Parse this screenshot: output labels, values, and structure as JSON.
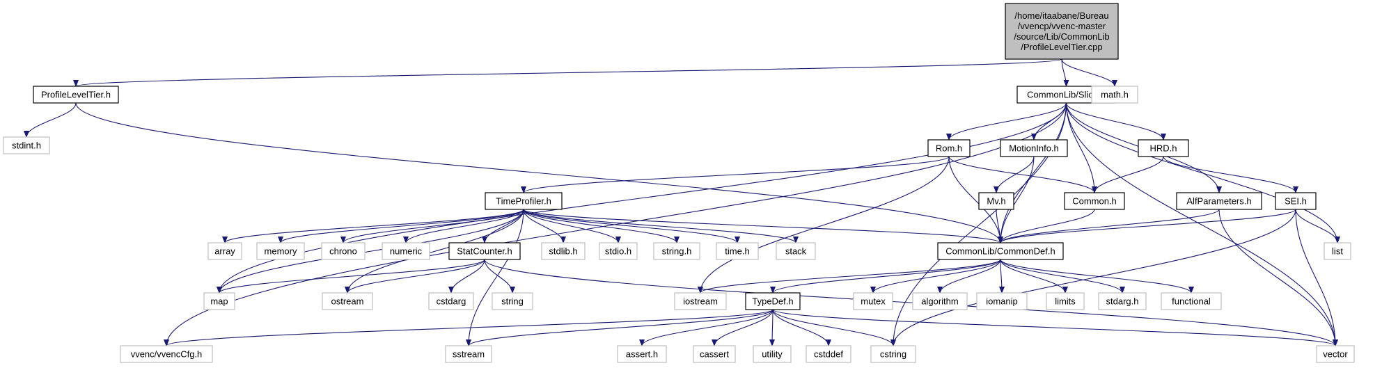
{
  "diagram": {
    "type": "include-dependency-graph",
    "colors": {
      "root_fill": "#bfbfbf",
      "node_border": "#000000",
      "external_border": "#bfbfbf",
      "edge": "#191970",
      "text": "#000000"
    },
    "nodes": [
      {
        "id": "root",
        "lines": [
          "/home/itaabane/Bureau",
          "/vvencp/vvenc-master",
          "/source/Lib/CommonLib",
          "/ProfileLevelTier.cpp"
        ],
        "kind": "root"
      },
      {
        "id": "plt",
        "lines": [
          "ProfileLevelTier.h"
        ],
        "kind": "local"
      },
      {
        "id": "slice",
        "lines": [
          "CommonLib/Slice.h"
        ],
        "kind": "local"
      },
      {
        "id": "math",
        "lines": [
          "math.h"
        ],
        "kind": "external"
      },
      {
        "id": "stdint",
        "lines": [
          "stdint.h"
        ],
        "kind": "external"
      },
      {
        "id": "rom",
        "lines": [
          "Rom.h"
        ],
        "kind": "local"
      },
      {
        "id": "motion",
        "lines": [
          "MotionInfo.h"
        ],
        "kind": "local"
      },
      {
        "id": "hrd",
        "lines": [
          "HRD.h"
        ],
        "kind": "local"
      },
      {
        "id": "timeprof",
        "lines": [
          "TimeProfiler.h"
        ],
        "kind": "local"
      },
      {
        "id": "mv",
        "lines": [
          "Mv.h"
        ],
        "kind": "local"
      },
      {
        "id": "common",
        "lines": [
          "Common.h"
        ],
        "kind": "local"
      },
      {
        "id": "alf",
        "lines": [
          "AlfParameters.h"
        ],
        "kind": "local"
      },
      {
        "id": "sei",
        "lines": [
          "SEI.h"
        ],
        "kind": "local"
      },
      {
        "id": "array",
        "lines": [
          "array"
        ],
        "kind": "external"
      },
      {
        "id": "memory",
        "lines": [
          "memory"
        ],
        "kind": "external"
      },
      {
        "id": "chrono",
        "lines": [
          "chrono"
        ],
        "kind": "external"
      },
      {
        "id": "numeric",
        "lines": [
          "numeric"
        ],
        "kind": "external"
      },
      {
        "id": "statcounter",
        "lines": [
          "StatCounter.h"
        ],
        "kind": "local"
      },
      {
        "id": "stdlib",
        "lines": [
          "stdlib.h"
        ],
        "kind": "external"
      },
      {
        "id": "stdio",
        "lines": [
          "stdio.h"
        ],
        "kind": "external"
      },
      {
        "id": "stringh",
        "lines": [
          "string.h"
        ],
        "kind": "external"
      },
      {
        "id": "timeh",
        "lines": [
          "time.h"
        ],
        "kind": "external"
      },
      {
        "id": "stack",
        "lines": [
          "stack"
        ],
        "kind": "external"
      },
      {
        "id": "commondef",
        "lines": [
          "CommonLib/CommonDef.h"
        ],
        "kind": "local"
      },
      {
        "id": "list",
        "lines": [
          "list"
        ],
        "kind": "external"
      },
      {
        "id": "map",
        "lines": [
          "map"
        ],
        "kind": "external"
      },
      {
        "id": "ostream",
        "lines": [
          "ostream"
        ],
        "kind": "external"
      },
      {
        "id": "cstdarg",
        "lines": [
          "cstdarg"
        ],
        "kind": "external"
      },
      {
        "id": "string",
        "lines": [
          "string"
        ],
        "kind": "external"
      },
      {
        "id": "iostream",
        "lines": [
          "iostream"
        ],
        "kind": "external"
      },
      {
        "id": "typedef",
        "lines": [
          "TypeDef.h"
        ],
        "kind": "local"
      },
      {
        "id": "mutex",
        "lines": [
          "mutex"
        ],
        "kind": "external"
      },
      {
        "id": "algorithm",
        "lines": [
          "algorithm"
        ],
        "kind": "external"
      },
      {
        "id": "iomanip",
        "lines": [
          "iomanip"
        ],
        "kind": "external"
      },
      {
        "id": "limits",
        "lines": [
          "limits"
        ],
        "kind": "external"
      },
      {
        "id": "stdargh",
        "lines": [
          "stdarg.h"
        ],
        "kind": "external"
      },
      {
        "id": "functional",
        "lines": [
          "functional"
        ],
        "kind": "external"
      },
      {
        "id": "vvenccfg",
        "lines": [
          "vvenc/vvencCfg.h"
        ],
        "kind": "external"
      },
      {
        "id": "sstream",
        "lines": [
          "sstream"
        ],
        "kind": "external"
      },
      {
        "id": "asserth",
        "lines": [
          "assert.h"
        ],
        "kind": "external"
      },
      {
        "id": "cassert",
        "lines": [
          "cassert"
        ],
        "kind": "external"
      },
      {
        "id": "utility",
        "lines": [
          "utility"
        ],
        "kind": "external"
      },
      {
        "id": "cstddef",
        "lines": [
          "cstddef"
        ],
        "kind": "external"
      },
      {
        "id": "cstring",
        "lines": [
          "cstring"
        ],
        "kind": "external"
      },
      {
        "id": "vector",
        "lines": [
          "vector"
        ],
        "kind": "external"
      }
    ],
    "edges": [
      [
        "root",
        "plt"
      ],
      [
        "root",
        "slice"
      ],
      [
        "root",
        "math"
      ],
      [
        "plt",
        "stdint"
      ],
      [
        "plt",
        "commondef"
      ],
      [
        "slice",
        "rom"
      ],
      [
        "slice",
        "motion"
      ],
      [
        "slice",
        "hrd"
      ],
      [
        "slice",
        "alf"
      ],
      [
        "slice",
        "common"
      ],
      [
        "slice",
        "commondef"
      ],
      [
        "slice",
        "list"
      ],
      [
        "slice",
        "vector"
      ],
      [
        "slice",
        "map"
      ],
      [
        "slice",
        "vvenccfg"
      ],
      [
        "slice",
        "cstring"
      ],
      [
        "rom",
        "timeprof"
      ],
      [
        "rom",
        "common"
      ],
      [
        "rom",
        "commondef"
      ],
      [
        "rom",
        "iostream"
      ],
      [
        "motion",
        "mv"
      ],
      [
        "motion",
        "commondef"
      ],
      [
        "hrd",
        "common"
      ],
      [
        "hrd",
        "sei"
      ],
      [
        "mv",
        "commondef"
      ],
      [
        "common",
        "commondef"
      ],
      [
        "alf",
        "commondef"
      ],
      [
        "alf",
        "vector"
      ],
      [
        "sei",
        "commondef"
      ],
      [
        "sei",
        "list"
      ],
      [
        "sei",
        "vector"
      ],
      [
        "sei",
        "cstring"
      ],
      [
        "timeprof",
        "array"
      ],
      [
        "timeprof",
        "memory"
      ],
      [
        "timeprof",
        "chrono"
      ],
      [
        "timeprof",
        "numeric"
      ],
      [
        "timeprof",
        "statcounter"
      ],
      [
        "timeprof",
        "stdlib"
      ],
      [
        "timeprof",
        "stdio"
      ],
      [
        "timeprof",
        "stringh"
      ],
      [
        "timeprof",
        "timeh"
      ],
      [
        "timeprof",
        "stack"
      ],
      [
        "timeprof",
        "commondef"
      ],
      [
        "timeprof",
        "map"
      ],
      [
        "timeprof",
        "ostream"
      ],
      [
        "timeprof",
        "sstream"
      ],
      [
        "statcounter",
        "map"
      ],
      [
        "statcounter",
        "ostream"
      ],
      [
        "statcounter",
        "cstdarg"
      ],
      [
        "statcounter",
        "string"
      ],
      [
        "statcounter",
        "vector"
      ],
      [
        "commondef",
        "iostream"
      ],
      [
        "commondef",
        "typedef"
      ],
      [
        "commondef",
        "mutex"
      ],
      [
        "commondef",
        "algorithm"
      ],
      [
        "commondef",
        "iomanip"
      ],
      [
        "commondef",
        "limits"
      ],
      [
        "commondef",
        "stdargh"
      ],
      [
        "commondef",
        "functional"
      ],
      [
        "typedef",
        "vvenccfg"
      ],
      [
        "typedef",
        "sstream"
      ],
      [
        "typedef",
        "asserth"
      ],
      [
        "typedef",
        "cassert"
      ],
      [
        "typedef",
        "utility"
      ],
      [
        "typedef",
        "cstddef"
      ],
      [
        "typedef",
        "cstring"
      ],
      [
        "typedef",
        "vector"
      ]
    ]
  }
}
